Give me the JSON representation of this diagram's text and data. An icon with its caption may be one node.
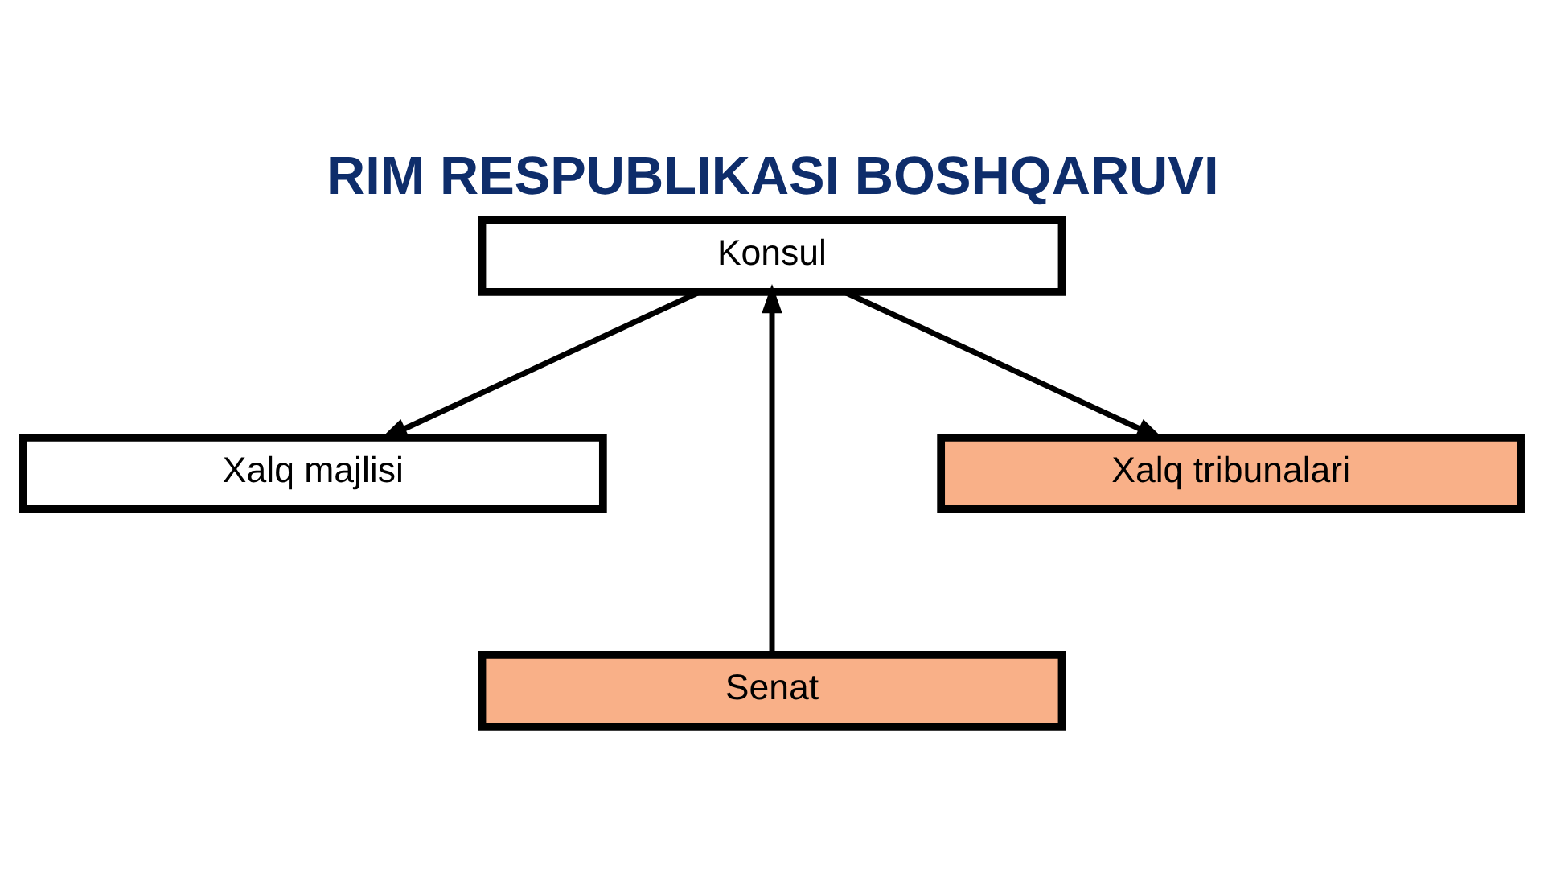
{
  "diagram": {
    "title": "RIM RESPUBLIKASI BOSHQARUVI",
    "nodes": [
      {
        "text": [
          "Konsul"
        ]
      },
      {
        "text": [
          "Xalq majlisi"
        ]
      },
      {
        "text": [
          "Xalq tribunalari"
        ]
      },
      {
        "text": [
          "Senat"
        ]
      }
    ],
    "edges": [
      {
        "from": 0,
        "to": 1,
        "arrow": "to"
      },
      {
        "from": 0,
        "to": 2,
        "arrow": "to"
      },
      {
        "from": 3,
        "to": 0,
        "arrow": "to"
      }
    ]
  }
}
